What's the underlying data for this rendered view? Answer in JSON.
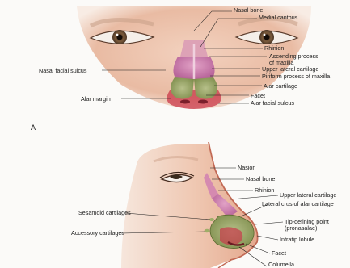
{
  "figure": {
    "panel_label": "A",
    "front_view": {
      "labels": {
        "nasal_bone": "Nasal bone",
        "medial_canthus": "Medial canthus",
        "rhinion": "Rhinion",
        "ascending_process_1": "Ascending process",
        "ascending_process_2": "of maxilla",
        "upper_lateral_cartilage": "Upper lateral cartilage",
        "piriform_process": "Piriform process of maxilla",
        "alar_cartilage": "Alar cartilage",
        "facet": "Facet",
        "alar_facial_sulcus": "Alar facial sulcus",
        "nasal_facial_sulcus": "Nasal facial sulcus",
        "alar_margin": "Alar margin"
      }
    },
    "side_view": {
      "labels": {
        "nasion": "Nasion",
        "nasal_bone": "Nasal bone",
        "rhinion": "Rhinion",
        "upper_lateral_cartilage": "Upper lateral cartilage",
        "lateral_crus": "Lateral crus of alar cartilage",
        "tip_defining_1": "Tip-defining point",
        "tip_defining_2": "(pronasalae)",
        "infratip_lobule": "Infratip lobule",
        "facet": "Facet",
        "columella": "Columella",
        "sesamoid_cartilages": "Sesamoid cartilages",
        "accessory_cartilages": "Accessory cartilages"
      }
    }
  }
}
